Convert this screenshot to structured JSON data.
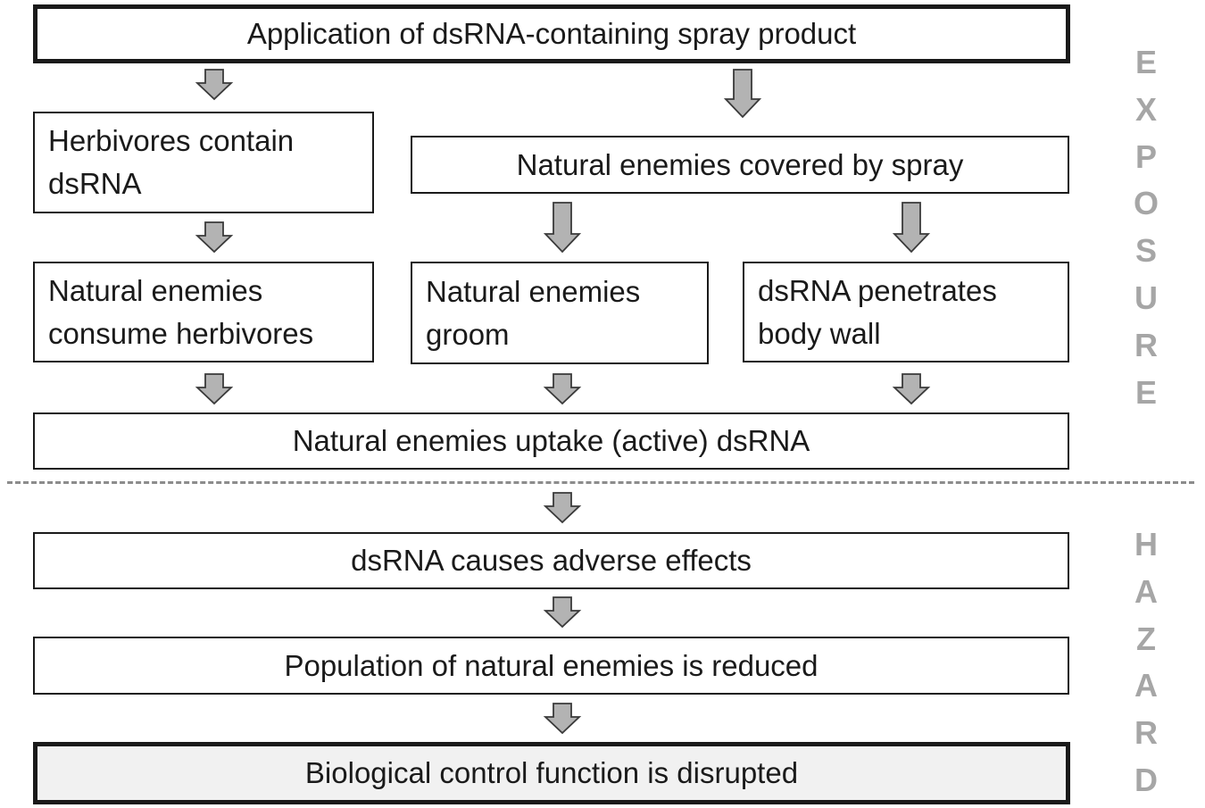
{
  "boxes": {
    "application": "Application of dsRNA-containing spray product",
    "herbivores": "Herbivores contain dsRNA",
    "covered": "Natural enemies covered by spray",
    "consume": "Natural enemies consume herbivores",
    "groom": "Natural enemies groom",
    "penetrates": "dsRNA penetrates body wall",
    "uptake": "Natural enemies uptake (active) dsRNA",
    "adverse": "dsRNA causes adverse effects",
    "population": "Population of natural enemies is reduced",
    "biocontrol": "Biological control function is disrupted"
  },
  "side_labels": {
    "exposure": "EXPOSURE",
    "hazard": "HAZARD"
  },
  "colors": {
    "arrow_fill": "#b3b3b3",
    "side_label": "#a6a6a6",
    "divider": "#8c8c8c",
    "final_box_fill": "#f1f1f1"
  }
}
